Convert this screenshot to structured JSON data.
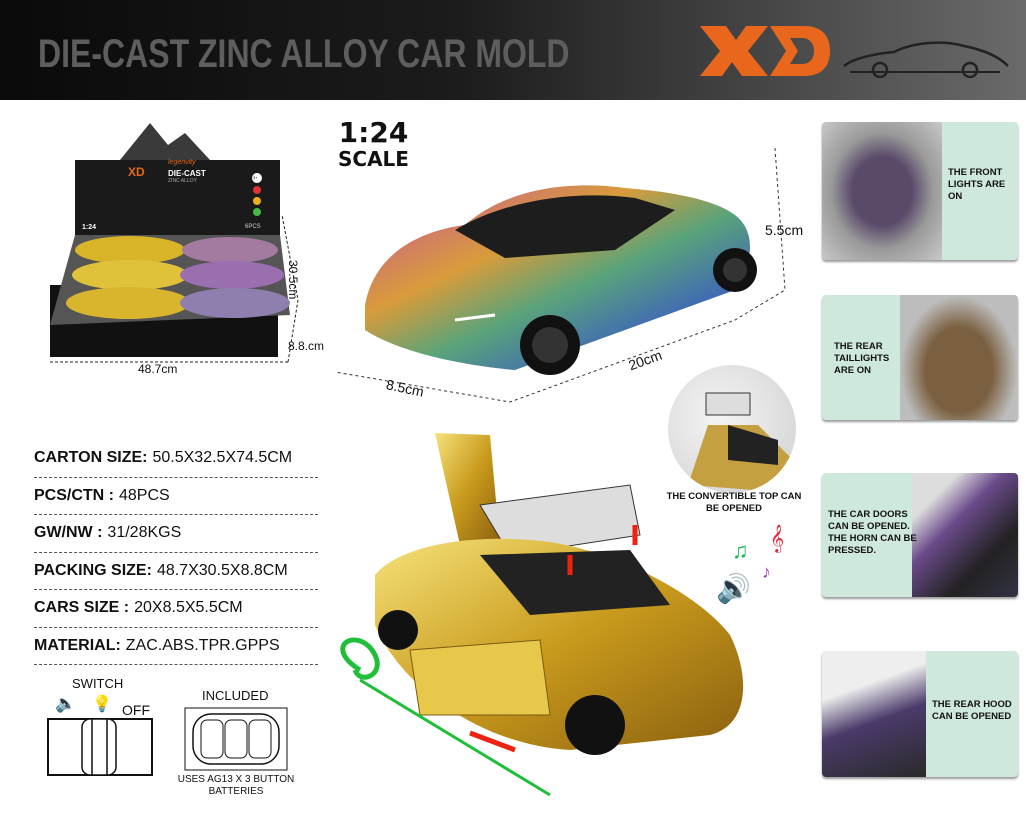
{
  "header": {
    "title": "DIE-CAST ZINC ALLOY CAR MOLD",
    "logo_text": "XD",
    "brand_color": "#e8671c"
  },
  "display_box": {
    "brand": "XD",
    "tagline": "legenvity",
    "line1": "DIE-CAST",
    "line2": "ZINC ALLOY",
    "scale": "1:24",
    "count": "6PCS",
    "age": "3+",
    "width_label": "48.7cm",
    "depth_label": "30.5cm",
    "height_label": "8.8.cm"
  },
  "scale_badge": {
    "ratio": "1:24",
    "word": "SCALE"
  },
  "main_car": {
    "height_label": "5.5cm",
    "length_label": "20cm",
    "width_label": "8.5cm"
  },
  "features": [
    {
      "text": "THE FRONT LIGHTS ARE ON"
    },
    {
      "text": "THE REAR TAILLIGHTS ARE ON"
    },
    {
      "text": "THE CAR DOORS CAN BE OPENED. THE HORN CAN BE PRESSED."
    },
    {
      "text": "THE REAR HOOD CAN BE OPENED"
    }
  ],
  "convertible": {
    "text": "THE CONVERTIBLE TOP CAN BE OPENED"
  },
  "specs": [
    {
      "label": "CARTON SIZE:",
      "value": "50.5X32.5X74.5CM"
    },
    {
      "label": "PCS/CTN :",
      "value": "48PCS"
    },
    {
      "label": "GW/NW :",
      "value": "31/28KGS"
    },
    {
      "label": "PACKING SIZE:",
      "value": "48.7X30.5X8.8CM"
    },
    {
      "label": "CARS SIZE :",
      "value": "20X8.5X5.5CM"
    },
    {
      "label": "MATERIAL:",
      "value": " ZAC.ABS.TPR.GPPS"
    }
  ],
  "switch": {
    "title": "SWITCH",
    "off_label": "OFF",
    "icons": [
      "speaker-icon",
      "bulb-icon"
    ]
  },
  "battery": {
    "title": "INCLUDED",
    "note": "USES AG13 X 3 BUTTON BATTERIES"
  }
}
